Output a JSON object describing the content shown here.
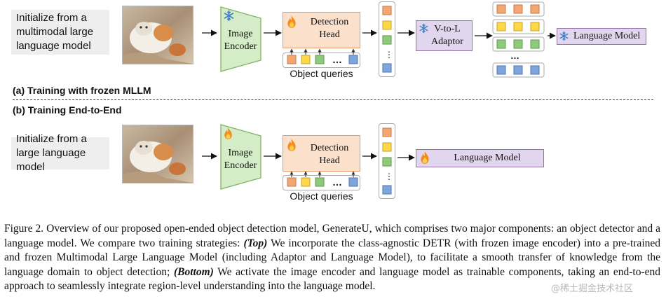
{
  "panel_a": {
    "init_text": "Initialize from a multimodal large language model",
    "image_encoder": "Image Encoder",
    "detection_head": "Detection Head",
    "object_queries": "Object queries",
    "adaptor": "V-to-L Adaptor",
    "language_model": "Language Model",
    "title": "(a) Training with frozen MLLM"
  },
  "panel_b": {
    "title": "(b) Training End-to-End",
    "init_text": "Initialize from a large language model",
    "image_encoder": "Image Encoder",
    "detection_head": "Detection Head",
    "object_queries": "Object queries",
    "language_model": "Language Model"
  },
  "caption": {
    "label": "Figure 2.",
    "part1": " Overview of our proposed open-ended object detection model, GenerateU, which comprises two major components: an object detector and a language model. We compare two training strategies: ",
    "top": "(Top)",
    "part2": " We incorporate the class-agnostic DETR (with frozen image encoder) into a pre-trained and frozen Multimodal Large Language Model (including Adaptor and Language Model), to facilitate a smooth transfer of knowledge from the language domain to object detection; ",
    "bottom": "(Bottom)",
    "part3": " We activate the image encoder and language model as trainable components, taking an end-to-end approach to seamlessly integrate region-level understanding into the language model."
  },
  "watermark": "@稀土掘金技术社区",
  "colors": {
    "encoder_fill": "#d5ecc8",
    "encoder_stroke": "#82b366",
    "head_fill": "#fbe0cc",
    "head_stroke": "#e59a6a",
    "adaptor_fill": "#e2d6ee",
    "adaptor_stroke": "#9673a6",
    "query_orange": "#f2a673",
    "query_yellow": "#fcd74a",
    "query_green": "#8fc97a",
    "query_blue": "#7fa6dc"
  },
  "icons": {
    "frozen": "snowflake-icon",
    "trainable": "flame-icon"
  }
}
